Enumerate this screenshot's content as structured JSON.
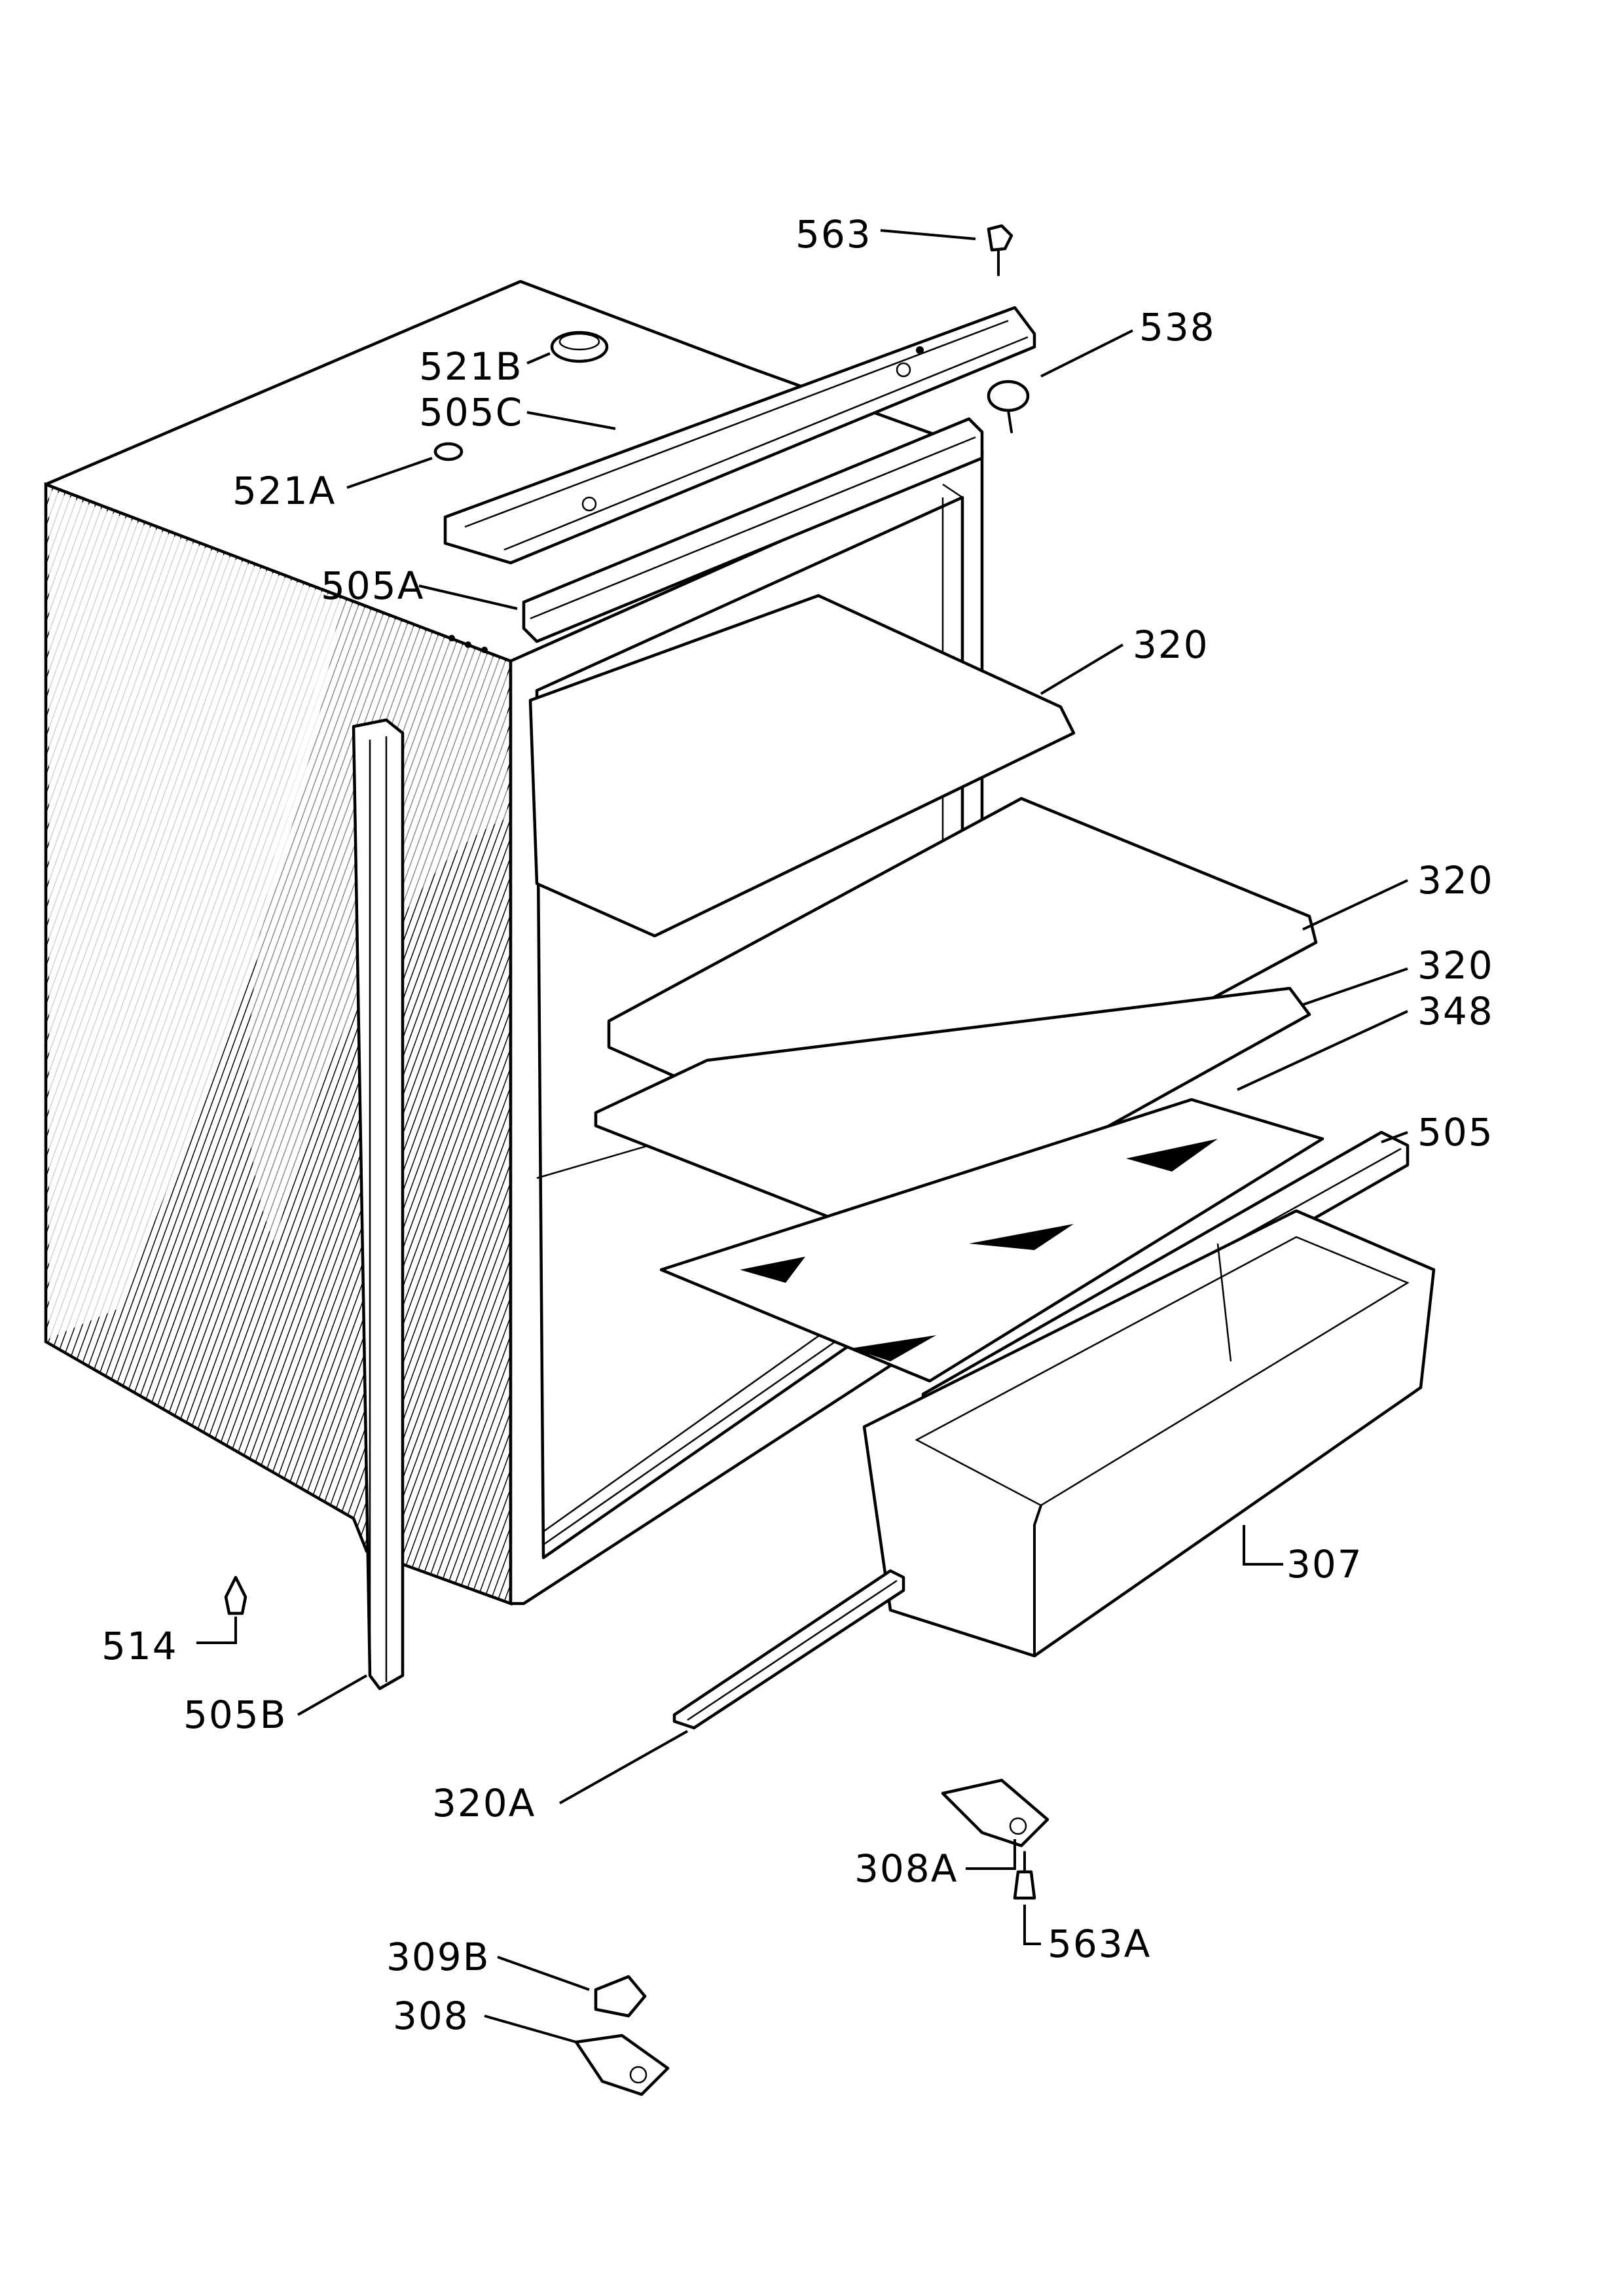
{
  "diagram": {
    "labels": {
      "p563": "563",
      "p538": "538",
      "p521b": "521B",
      "p505c": "505C",
      "p521a": "521A",
      "p505a": "505A",
      "p320_top": "320",
      "p320_mid": "320",
      "p320_low": "320",
      "p348": "348",
      "p505": "505",
      "p307": "307",
      "p514": "514",
      "p505b": "505B",
      "p320a": "320A",
      "p308a": "308A",
      "p563a": "563A",
      "p309b": "309B",
      "p308": "308"
    }
  }
}
